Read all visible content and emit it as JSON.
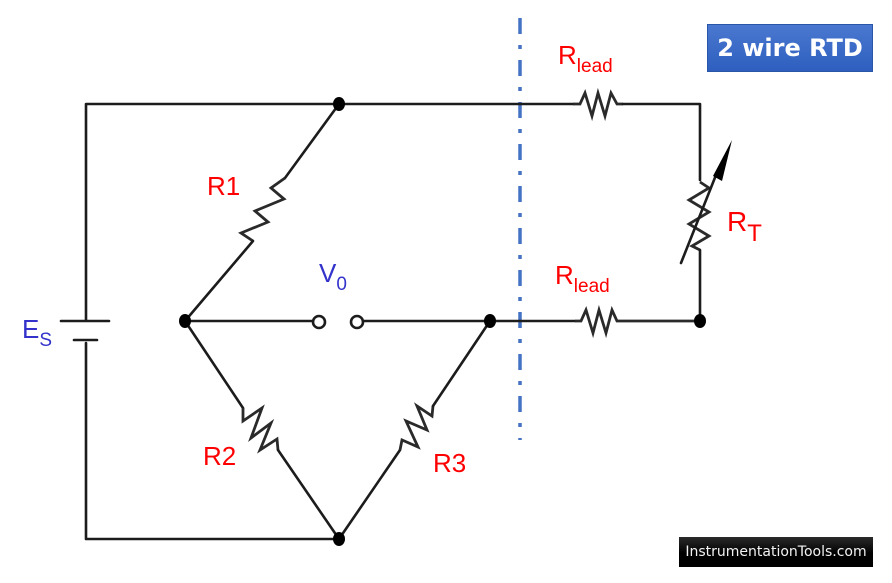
{
  "title": "2 wire RTD",
  "watermark": "InstrumentationTools.com",
  "colors": {
    "label_red": "#ff0000",
    "label_blue": "#3333cc",
    "divider": "#4472c4",
    "title_bg": "#3a6ccc",
    "wire": "#1c1c1c"
  },
  "labels": {
    "source": {
      "main": "E",
      "sub": "S"
    },
    "output": {
      "main": "V",
      "sub": "0"
    },
    "r1": "R1",
    "r2": "R2",
    "r3": "R3",
    "rlead_top": {
      "main": "R",
      "sub": "lead"
    },
    "rlead_bottom": {
      "main": "R",
      "sub": "lead"
    },
    "rt": {
      "main": "R",
      "sub": "T"
    }
  }
}
